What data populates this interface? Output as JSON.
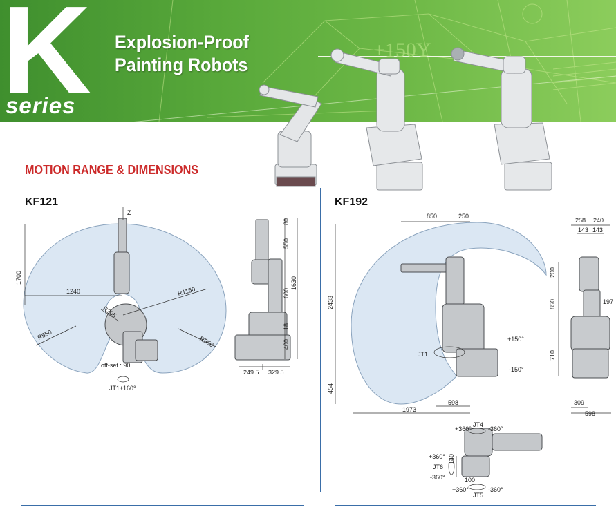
{
  "banner": {
    "logo_letter": "K",
    "logo_series": "series",
    "title_line1": "Explosion-Proof",
    "title_line2": "Painting Robots",
    "watermark": "+150Y",
    "colors": {
      "green_dark": "#3f8f2e",
      "green_light": "#8ccd5c",
      "accent_red": "#cc2a2a",
      "divider_blue": "#3a6ea8"
    }
  },
  "section_title": "MOTION RANGE & DIMENSIONS",
  "kf121": {
    "model": "KF121",
    "labels": {
      "z_axis": "Z",
      "h1700": "1700",
      "r1240": "1240",
      "r1150": "R1150",
      "r305": "R305",
      "r550_left": "R550",
      "r550_right": "R550",
      "offset": "off-set : 90",
      "jt1": "JT1±160°",
      "d80": "80",
      "d550": "550",
      "d600": "600",
      "d1630": "1630",
      "d18": "18",
      "d400": "400",
      "w249": "249.5",
      "w329": "329.5"
    }
  },
  "kf192": {
    "model": "KF192",
    "labels": {
      "top850": "850",
      "top250": "250",
      "d200": "200",
      "d850": "850",
      "d710": "710",
      "h2433": "2433",
      "d454": "454",
      "plus150": "+150°",
      "minus150": "-150°",
      "jt1": "JT1",
      "w598": "598",
      "w1973": "1973",
      "side258": "258",
      "side240": "240",
      "side143a": "143",
      "side143b": "143",
      "side197": "197",
      "side309": "309",
      "side598": "598",
      "wrist_p360_top": "+360°",
      "wrist_jt4": "JT4",
      "wrist_m360_top": "-360°",
      "wrist_p360_left": "+360°",
      "wrist_140": "140",
      "wrist_jt6": "JT6",
      "wrist_m360_left": "-360°",
      "wrist_100": "100",
      "wrist_p360_bottom": "+360°",
      "wrist_m360_bottom": "-360°",
      "wrist_jt5": "JT5"
    }
  }
}
